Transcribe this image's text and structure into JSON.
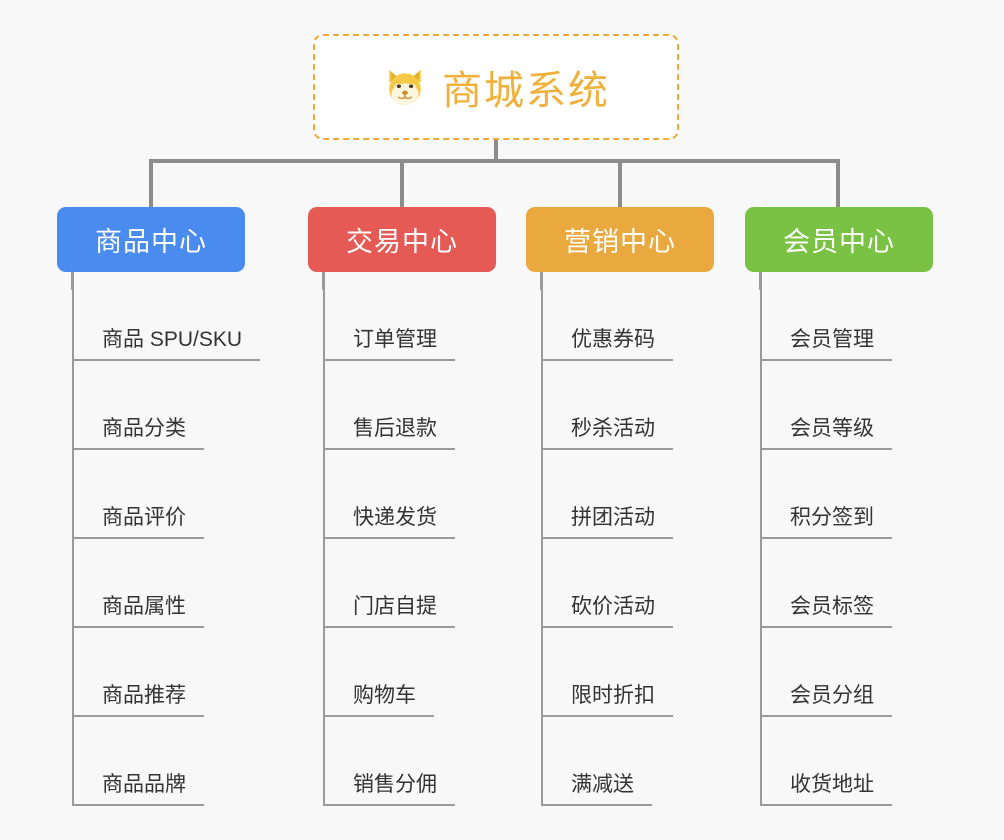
{
  "page": {
    "background_color": "#f8f8f8",
    "type": "mindmap"
  },
  "root": {
    "icon": "shiba-dog-face-icon",
    "title": "商城系统",
    "text_color": "#f0b03c",
    "border_color": "#efaa3a",
    "background_color": "#ffffff"
  },
  "connector": {
    "color": "#8c8c8c"
  },
  "categories": [
    {
      "label": "商品中心",
      "color": "#4a8bf0",
      "items": [
        {
          "label": "商品 SPU/SKU"
        },
        {
          "label": "商品分类"
        },
        {
          "label": "商品评价"
        },
        {
          "label": "商品属性"
        },
        {
          "label": "商品推荐"
        },
        {
          "label": "商品品牌"
        }
      ]
    },
    {
      "label": "交易中心",
      "color": "#e55a55",
      "items": [
        {
          "label": "订单管理"
        },
        {
          "label": "售后退款"
        },
        {
          "label": "快递发货"
        },
        {
          "label": "门店自提"
        },
        {
          "label": "购物车"
        },
        {
          "label": "销售分佣"
        }
      ]
    },
    {
      "label": "营销中心",
      "color": "#eaa93f",
      "items": [
        {
          "label": "优惠券码"
        },
        {
          "label": "秒杀活动"
        },
        {
          "label": "拼团活动"
        },
        {
          "label": "砍价活动"
        },
        {
          "label": "限时折扣"
        },
        {
          "label": "满减送"
        }
      ]
    },
    {
      "label": "会员中心",
      "color": "#79c243",
      "items": [
        {
          "label": "会员管理"
        },
        {
          "label": "会员等级"
        },
        {
          "label": "积分签到"
        },
        {
          "label": "会员标签"
        },
        {
          "label": "会员分组"
        },
        {
          "label": "收货地址"
        }
      ]
    }
  ]
}
